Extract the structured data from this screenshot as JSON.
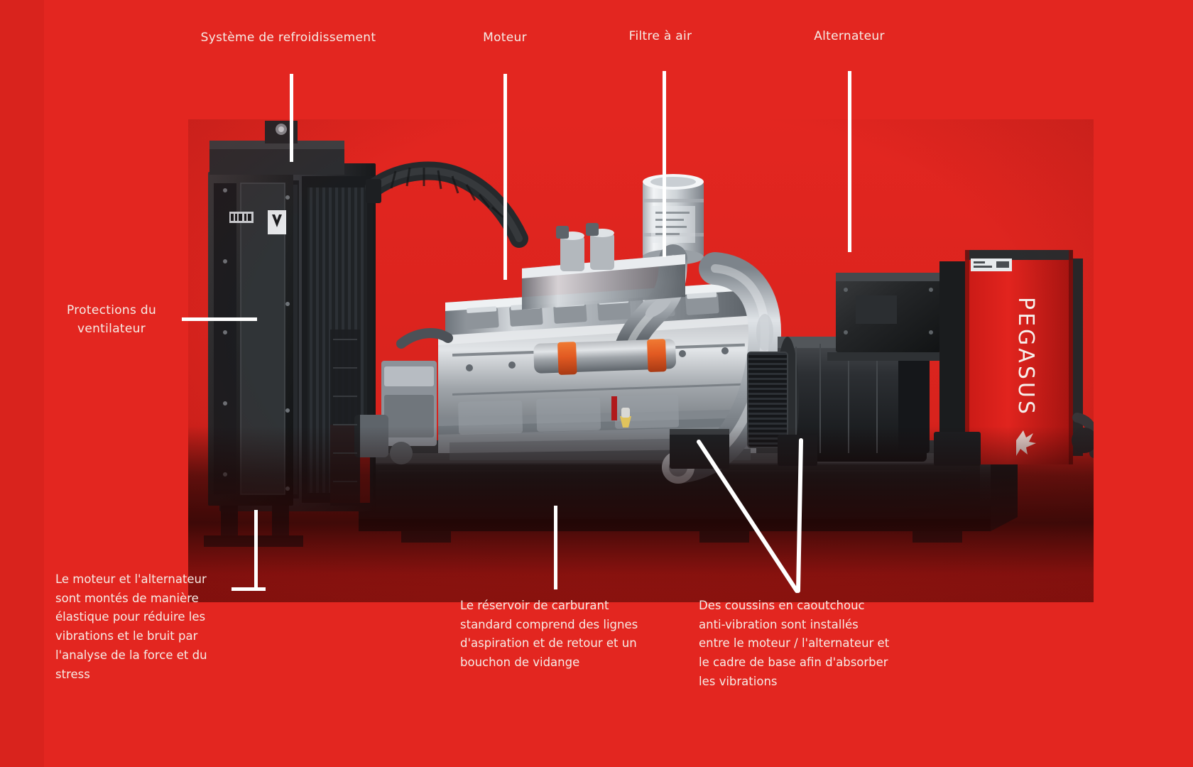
{
  "theme": {
    "background_red": "#e32620",
    "left_band_red": "#d9231d",
    "text_cream": "#f6ece6",
    "leader_white": "#ffffff",
    "logo_text": "PEGASUS"
  },
  "callout_labels": {
    "cooling_system": "Système de refroidissement",
    "engine": "Moteur",
    "air_filter": "Filtre à air",
    "alternator": "Alternateur",
    "fan_guards_line1": "Protections du",
    "fan_guards_line2": "ventilateur"
  },
  "paragraphs": {
    "elastic_mounts": {
      "lines": [
        "Le moteur et l'alternateur",
        "sont montés de manière",
        "élastique pour réduire les",
        "vibrations et le bruit par",
        "l'analyse de la force et du",
        "stress"
      ],
      "full_text": "Le moteur et l'alternateur sont montés de manière élastique pour réduire les vibrations et le bruit par l'analyse de la force et du stress"
    },
    "fuel_tank": {
      "lines": [
        "Le réservoir de carburant",
        "standard comprend des lignes",
        "d'aspiration et de retour et un",
        "bouchon de vidange"
      ],
      "full_text": "Le réservoir de carburant standard comprend des lignes d'aspiration et de retour et un bouchon de vidange"
    },
    "anti_vibration": {
      "lines": [
        "Des coussins en caoutchouc",
        "anti-vibration sont installés",
        "entre le moteur / l'alternateur et",
        "le cadre de base afin d'absorber",
        "les vibrations"
      ],
      "full_text": "Des coussins en caoutchouc anti-vibration sont installés entre le moteur / l'alternateur et le cadre de base afin d'absorber les vibrations"
    }
  },
  "photo": {
    "subject": "diesel-generator-set",
    "brand_panel_text": "PEGASUS"
  }
}
